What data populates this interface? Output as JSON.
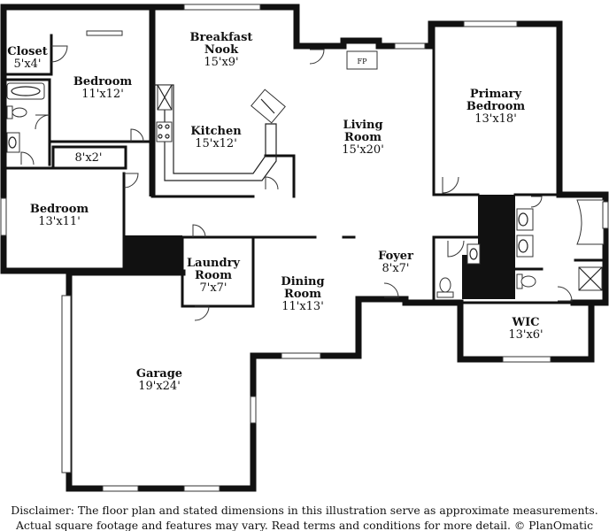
{
  "rooms": [
    {
      "key": "closet",
      "name": "Closet",
      "dim": "5'x4'"
    },
    {
      "key": "bedroom-1",
      "name": "Bedroom",
      "dim": "11'x12'"
    },
    {
      "key": "hall-closet",
      "name": "",
      "dim": "8'x2'"
    },
    {
      "key": "bedroom-2",
      "name": "Bedroom",
      "dim": "13'x11'"
    },
    {
      "key": "breakfast-nook",
      "name": "Breakfast\nNook",
      "dim": "15'x9'"
    },
    {
      "key": "kitchen",
      "name": "Kitchen",
      "dim": "15'x12'"
    },
    {
      "key": "living-room",
      "name": "Living\nRoom",
      "dim": "15'x20'"
    },
    {
      "key": "primary-bedroom",
      "name": "Primary\nBedroom",
      "dim": "13'x18'"
    },
    {
      "key": "laundry-room",
      "name": "Laundry\nRoom",
      "dim": "7'x7'"
    },
    {
      "key": "dining-room",
      "name": "Dining\nRoom",
      "dim": "11'x13'"
    },
    {
      "key": "foyer",
      "name": "Foyer",
      "dim": "8'x7'"
    },
    {
      "key": "wic",
      "name": "WIC",
      "dim": "13'x6'"
    },
    {
      "key": "garage",
      "name": "Garage",
      "dim": "19'x24'"
    }
  ],
  "fireplace_label": "FP",
  "disclaimer": {
    "line1": "Disclaimer: The floor plan and stated dimensions in this illustration serve as approximate measurements.",
    "line2": "Actual square footage and features may vary. Read terms and conditions for more detail. © PlanOmatic"
  }
}
